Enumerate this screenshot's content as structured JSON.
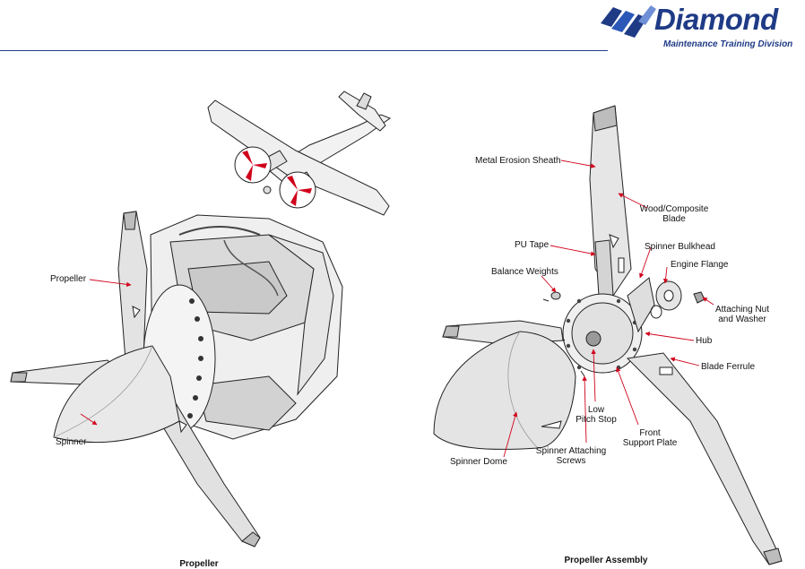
{
  "header": {
    "brand": "Diamond",
    "division": "Maintenance Training Division"
  },
  "colors": {
    "brand_blue": "#1f3b86",
    "leader_red": "#d0021b",
    "line_dark": "#222222",
    "fill_light": "#e9e9e9"
  },
  "icons": {
    "logo": "diamond-logo-stripes-icon"
  },
  "left_panel": {
    "caption": "Propeller",
    "labels": {
      "propeller": "Propeller",
      "spinner": "Spinner"
    }
  },
  "right_panel": {
    "caption": "Propeller Assembly",
    "labels": {
      "metal_erosion_sheath": "Metal Erosion Sheath",
      "wood_composite_blade_1": "Wood/Composite",
      "wood_composite_blade_2": "Blade",
      "pu_tape": "PU Tape",
      "spinner_bulkhead": "Spinner Bulkhead",
      "engine_flange": "Engine Flange",
      "balance_weights": "Balance Weights",
      "attaching_nut_1": "Attaching Nut",
      "attaching_nut_2": "and Washer",
      "hub": "Hub",
      "blade_ferrule": "Blade Ferrule",
      "low_pitch_stop_1": "Low",
      "low_pitch_stop_2": "Pitch Stop",
      "front_support_plate_1": "Front",
      "front_support_plate_2": "Support Plate",
      "spinner_attaching_screws_1": "Spinner Attaching",
      "spinner_attaching_screws_2": "Screws",
      "spinner_dome": "Spinner Dome"
    }
  }
}
